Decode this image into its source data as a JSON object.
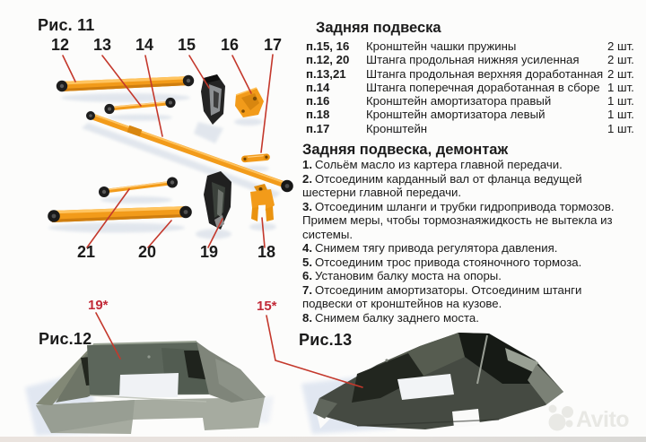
{
  "fig11": {
    "title": "Рис. 11",
    "top_labels": [
      "12",
      "13",
      "14",
      "15",
      "16",
      "17"
    ],
    "bottom_labels": [
      "21",
      "20",
      "19",
      "18"
    ]
  },
  "parts_list": {
    "title": "Задняя подвеска",
    "rows": [
      {
        "ref": "п.15, 16",
        "name": "Кронштейн чашки пружины",
        "qty": "2 шт."
      },
      {
        "ref": "п.12, 20",
        "name": "Штанга продольная нижняя усиленная",
        "qty": "2 шт."
      },
      {
        "ref": "п.13,21",
        "name": "Штанга продольная верхняя доработанная",
        "qty": "2 шт."
      },
      {
        "ref": "п.14",
        "name": "Штанга поперечная доработанная в сборе",
        "qty": "1 шт."
      },
      {
        "ref": "п.16",
        "name": "Кронштейн амортизатора правый",
        "qty": "1 шт."
      },
      {
        "ref": "п.18",
        "name": "Кронштейн амортизатора левый",
        "qty": "1 шт."
      },
      {
        "ref": "п.17",
        "name": "Кронштейн",
        "qty": "1 шт."
      }
    ]
  },
  "procedure": {
    "title": "Задняя подвеска, демонтаж",
    "steps": [
      {
        "num": "1.",
        "text": "Сольём масло из картера главной передачи."
      },
      {
        "num": "2.",
        "text": "Отсоединим карданный вал от фланца ведущей шестерни главной передачи."
      },
      {
        "num": "3.",
        "text": "Отсоединим шланги и трубки гидропривода тормозов. Примем меры, чтобы тормознаяжидкость не вытекла из системы."
      },
      {
        "num": "4.",
        "text": "Снимем тягу привода регулятора давления."
      },
      {
        "num": "5.",
        "text": "Отсоединим трос привода стояночного тормоза."
      },
      {
        "num": "6.",
        "text": "Установим балку моста на опоры."
      },
      {
        "num": "7.",
        "text": "Отсоединим амортизаторы. Отсоединим штанги подвески от кронштейнов на кузове."
      },
      {
        "num": "8.",
        "text": "Снимем балку заднего моста."
      }
    ]
  },
  "fig12": {
    "title": "Рис.12",
    "callout": "19*"
  },
  "fig13": {
    "title": "Рис.13",
    "callout": "15*"
  },
  "watermark": {
    "text": "Avito"
  },
  "colors": {
    "part_orange": "#f29b1a",
    "leader_red": "#c4382c",
    "callout_red": "#c22a38",
    "text_black": "#1b1b1b",
    "shadow_blue": "#ccd5e2"
  }
}
